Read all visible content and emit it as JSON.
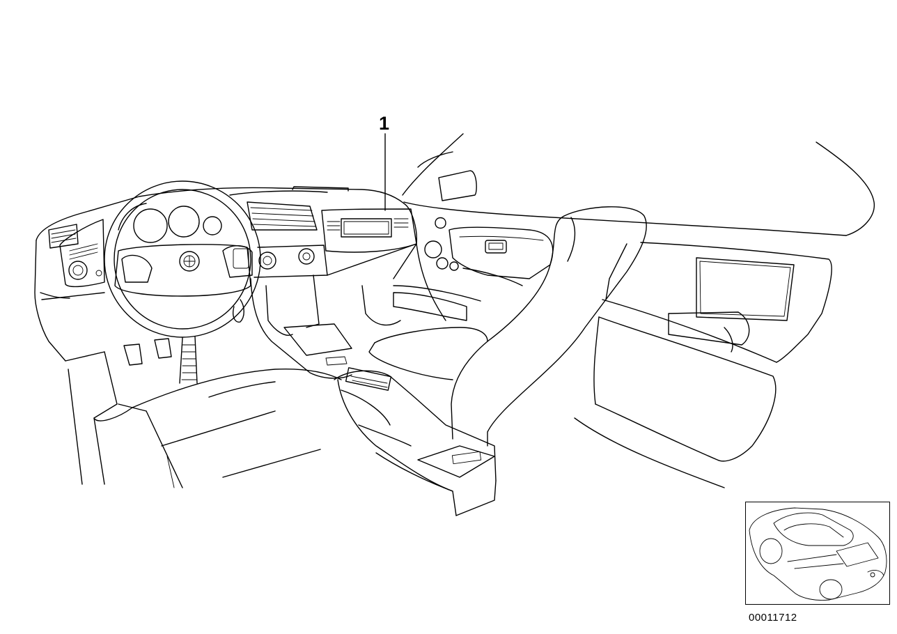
{
  "diagram": {
    "callouts": [
      {
        "number": "1",
        "part": "center-console-radio"
      }
    ],
    "reference_number": "00011712",
    "inset": {
      "icon": "car-overview-icon"
    }
  }
}
